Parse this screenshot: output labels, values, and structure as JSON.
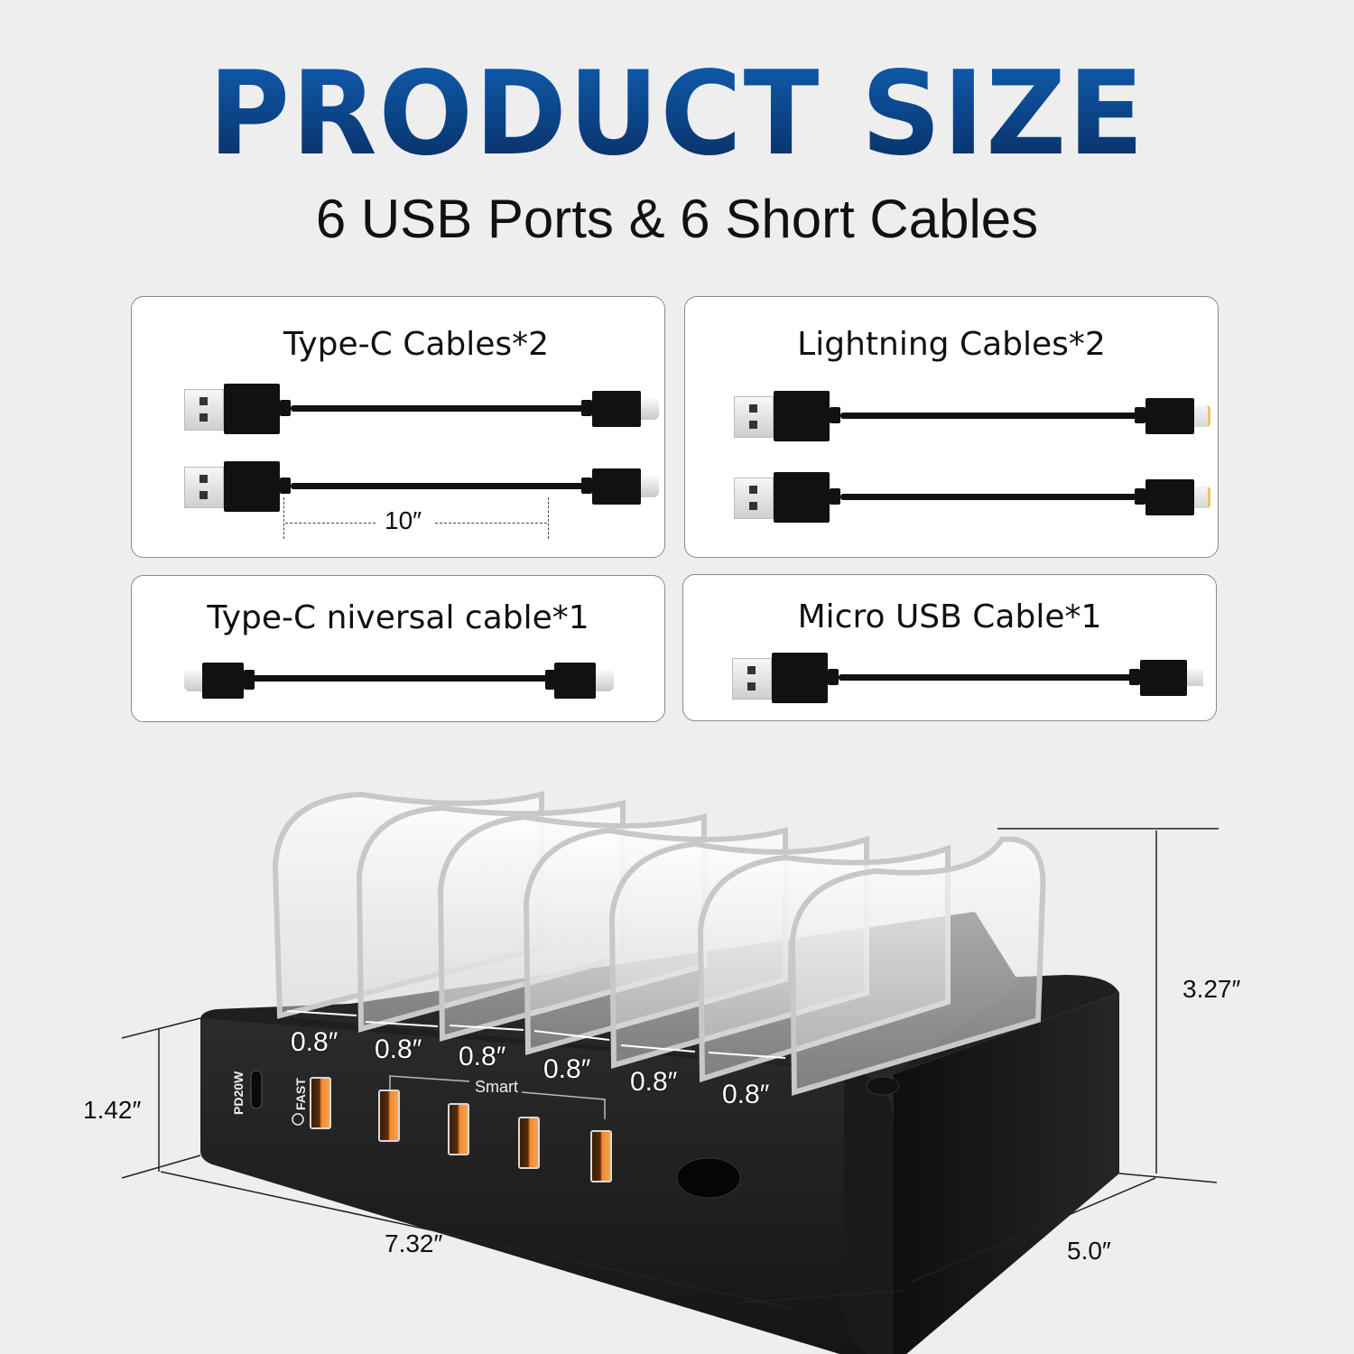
{
  "header": {
    "title": "PRODUCT SIZE",
    "subtitle": "6 USB Ports & 6 Short Cables"
  },
  "cards": [
    {
      "title": "Type-C Cables*2",
      "connector": "usb-c",
      "count": 2,
      "length_label": "10″"
    },
    {
      "title": "Lightning Cables*2",
      "connector": "lightning",
      "count": 2
    },
    {
      "title": "Type-C niversal cable*1",
      "connector": "usb-c-to-usb-c",
      "count": 1
    },
    {
      "title": "Micro USB Cable*1",
      "connector": "micro-usb",
      "count": 1
    }
  ],
  "product": {
    "slot_spacing": [
      "0.8″",
      "0.8″",
      "0.8″",
      "0.8″",
      "0.8″",
      "0.8″"
    ],
    "ports": {
      "pd_label": "PD20W",
      "fast_label": "FAST",
      "smart_label": "Smart"
    },
    "dimensions": {
      "base_height": "1.42″",
      "total_height": "3.27″",
      "length": "7.32″",
      "depth": "5.0″"
    }
  },
  "colors": {
    "title_blue": "#0b4a9a",
    "port_orange": "#f28a2e",
    "body_black": "#1a1a1a",
    "background": "#eeeeee"
  }
}
